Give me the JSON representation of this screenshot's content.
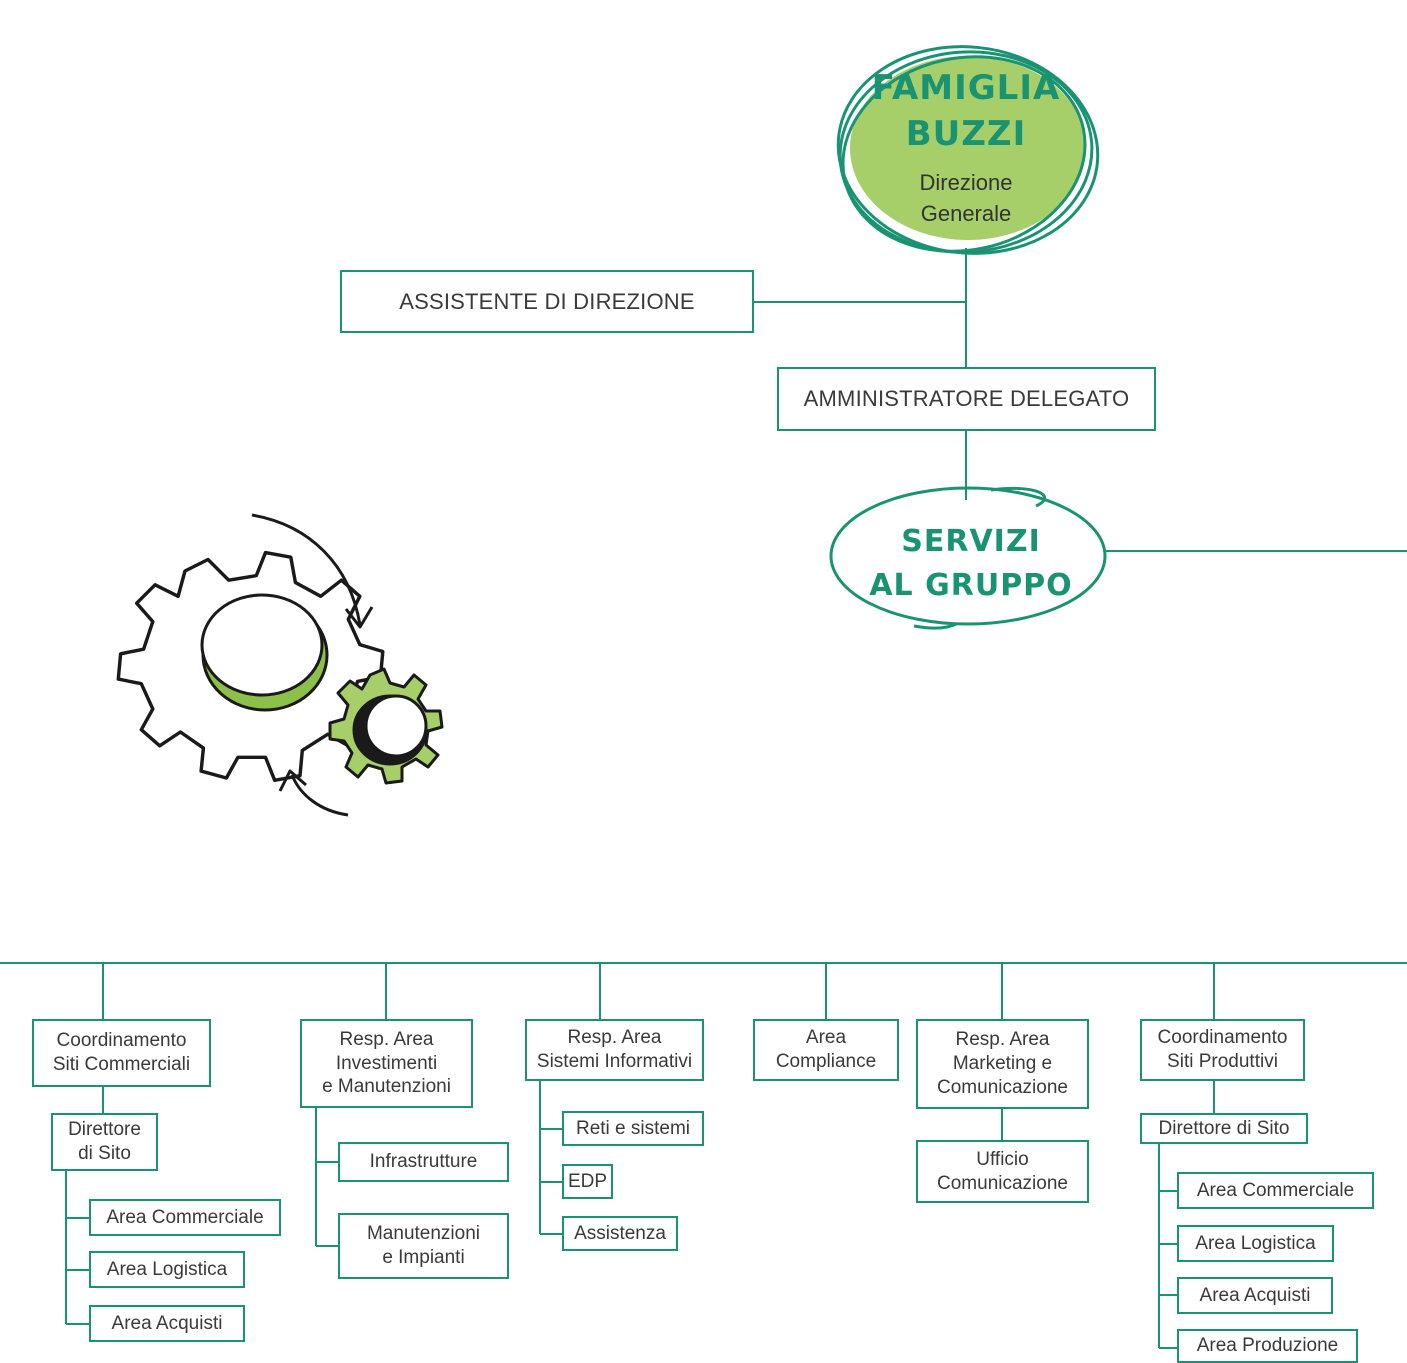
{
  "top": {
    "title": "FAMIGLIA\nBUZZI",
    "subtitle": "Direzione\nGenerale"
  },
  "assistant": "ASSISTENTE DI DIREZIONE",
  "ceo": "AMMINISTRATORE DELEGATO",
  "services": "SERVIZI\nAL GRUPPO",
  "columns": {
    "c1": {
      "head": "Coordinamento\nSiti Commerciali",
      "sub": "Direttore\ndi Sito",
      "items": [
        "Area Commerciale",
        "Area Logistica",
        "Area Acquisti"
      ]
    },
    "c2": {
      "head": "Resp. Area\nInvestimenti\ne Manutenzioni",
      "items": [
        "Infrastrutture",
        "Manutenzioni\ne Impianti"
      ]
    },
    "c3": {
      "head": "Resp. Area\nSistemi Informativi",
      "items": [
        "Reti e sistemi",
        "EDP",
        "Assistenza"
      ]
    },
    "c4": {
      "head": "Area\nCompliance"
    },
    "c5": {
      "head": "Resp. Area\nMarketing e\nComunicazione",
      "sub": "Ufficio\nComunicazione"
    },
    "c6": {
      "head": "Coordinamento\nSiti Produttivi",
      "sub": "Direttore di Sito",
      "items": [
        "Area Commerciale",
        "Area Logistica",
        "Area Acquisti",
        "Area Produzione"
      ]
    }
  },
  "colors": {
    "accent": "#1a9373",
    "green_fill": "#a6cf6a"
  },
  "illustration": {
    "name": "gears-icon"
  }
}
